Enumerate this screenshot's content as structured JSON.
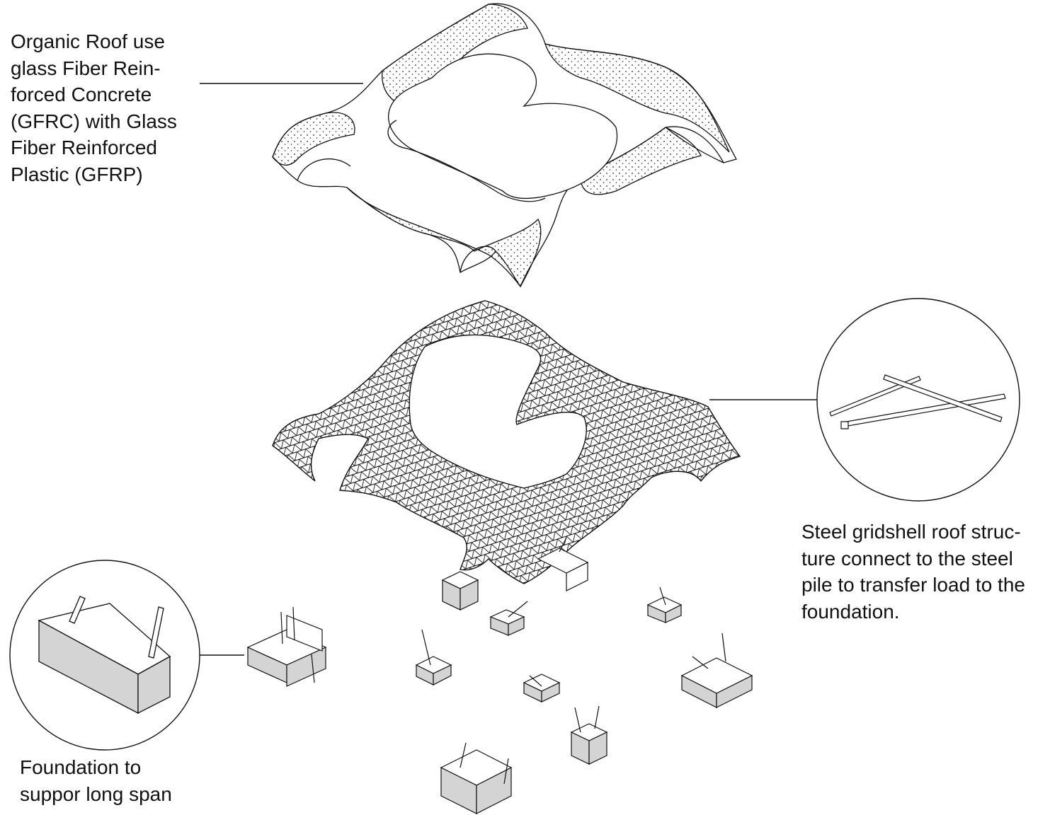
{
  "annotations": {
    "roof": {
      "lines": [
        "Organic Roof  use",
        "glass Fiber Rein-",
        "forced Concrete",
        "(GFRC) with Glass",
        "Fiber Reinforced",
        "Plastic (GFRP)"
      ]
    },
    "gridshell": {
      "lines": [
        "Steel gridshell roof struc-",
        "ture connect to the steel",
        "pile to transfer load to the",
        "foundation."
      ]
    },
    "foundation": {
      "lines": [
        "Foundation to",
        "suppor long span"
      ]
    }
  },
  "colors": {
    "line": "#111111",
    "block_fill": "#d4d4d4",
    "block_top": "#ffffff",
    "background": "#ffffff"
  }
}
